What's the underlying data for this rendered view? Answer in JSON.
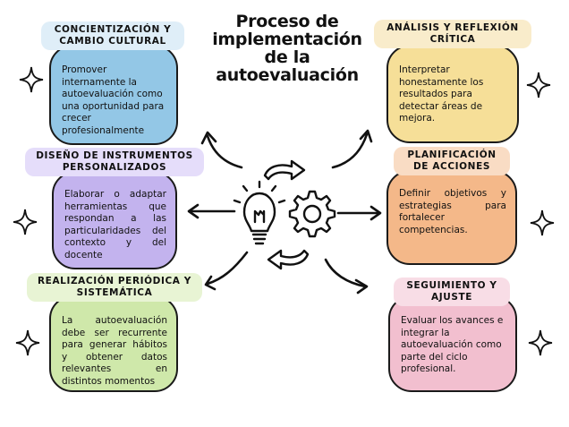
{
  "title": "Proceso de implementación de la autoevaluación",
  "colors": {
    "blue": "#93c7e6",
    "blue_tag": "#dfeef8",
    "purple": "#c3b3ee",
    "purple_tag": "#e5ddfa",
    "green": "#cfe8aa",
    "green_tag": "#e8f4d4",
    "yellow": "#f6df98",
    "yellow_tag": "#f9eccb",
    "orange": "#f4b889",
    "orange_tag": "#f9dcc4",
    "pink": "#f2bfcf",
    "pink_tag": "#f8dde6"
  },
  "left": [
    {
      "heading": "CONCIENTIZACIÓN Y CAMBIO CULTURAL",
      "body": "Promover internamente la autoevaluación como una oportunidad para crecer profesionalmente"
    },
    {
      "heading": "DISEÑO DE INSTRUMENTOS PERSONALIZADOS",
      "body": "Elaborar o adaptar herramientas que respondan a las particularidades del contexto y del docente"
    },
    {
      "heading": "REALIZACIÓN PERIÓDICA Y SISTEMÁTICA",
      "body": "La autoevaluación debe ser recurrente para generar hábitos y obtener datos relevantes en distintos momentos"
    }
  ],
  "right": [
    {
      "heading": "ANÁLISIS Y REFLEXIÓN CRÍTICA",
      "body": "Interpretar honestamente los resultados para detectar áreas de mejora."
    },
    {
      "heading": "PLANIFICACIÓN DE ACCIONES",
      "body": "Definir objetivos y estrategias para fortalecer competencias."
    },
    {
      "heading": "SEGUIMIENTO Y AJUSTE",
      "body": "Evaluar los avances e integrar la autoevaluación como parte del ciclo profesional."
    }
  ],
  "icons": [
    "lightbulb-icon",
    "gear-icon",
    "cycle-arrow-icon",
    "sparkle-icon"
  ]
}
